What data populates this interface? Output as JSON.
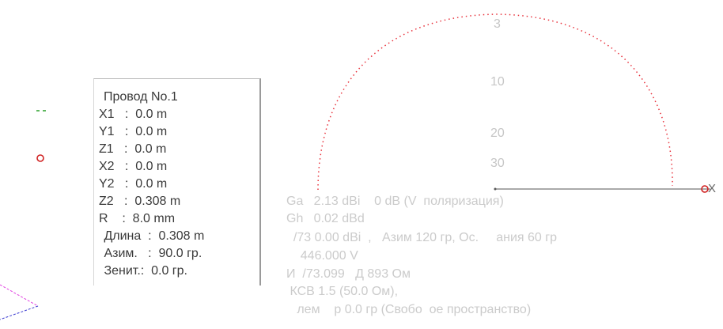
{
  "wire_panel": {
    "title": "Провод No.1",
    "lines": [
      "X1   :  0.0 m",
      "Y1   :  0.0 m",
      "Z1   :  0.0 m",
      "X2   :  0.0 m",
      "Y2   :  0.0 m",
      "Z2   :  0.308 m",
      "R    :  8.0 mm"
    ],
    "length": " Длина  :  0.308 m",
    "azimuth": " Азим.   :  90.0 гр.",
    "zenith": " Зенит.:  0.0 гр."
  },
  "pattern": {
    "elevation_labels": [
      "3",
      "10",
      "20",
      "30"
    ],
    "axis_marker": "X",
    "colors": {
      "pattern": "#e8323c",
      "axis": "#555555",
      "marker": "#d02020"
    }
  },
  "readout": {
    "lines": [
      "Ga   2.13 dBi    0 dB (V  поляризация)",
      "Gh   0.02 dBd",
      "  /73 0.00 dBi  ,   Азим 120 гр, Ос.     ания 60 гр",
      "    446.000 V",
      "И  /73.099   Д 893 Ом",
      " КСВ 1.5 (50.0 Ом),",
      "   лем    р 0.0 гр (Свобо  ое пространство)"
    ]
  },
  "icons": {
    "green": "green-arrow-icon",
    "red": "source-marker-icon"
  }
}
